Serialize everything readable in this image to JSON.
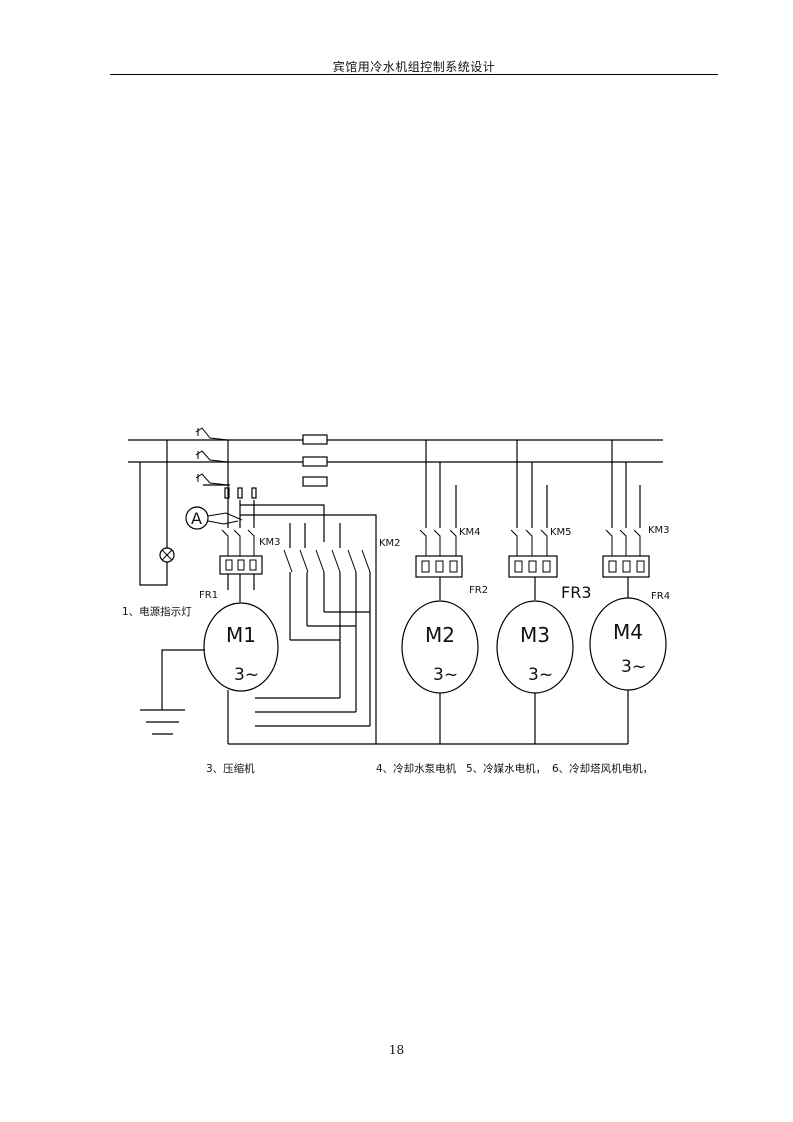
{
  "header": {
    "title": "宾馆用冷水机组控制系统设计"
  },
  "page": {
    "number": "18"
  },
  "diagram": {
    "ammeter": "A",
    "labels": {
      "km3_left": "KM3",
      "km2": "KM2",
      "km4": "KM4",
      "km5": "KM5",
      "km3_right": "KM3",
      "fr1": "FR1",
      "fr2": "FR2",
      "fr3": "FR3",
      "fr4": "FR4"
    },
    "motors": [
      {
        "name": "M1",
        "phase": "3~"
      },
      {
        "name": "M2",
        "phase": "3~"
      },
      {
        "name": "M3",
        "phase": "3~"
      },
      {
        "name": "M4",
        "phase": "3~"
      }
    ],
    "captions": {
      "lamp": "1、电源指示灯",
      "compressor": "3、压缩机",
      "pump": "4、冷却水泵电机",
      "chilled": "5、冷媒水电机，",
      "fan": "6、冷却塔风机电机，"
    }
  }
}
